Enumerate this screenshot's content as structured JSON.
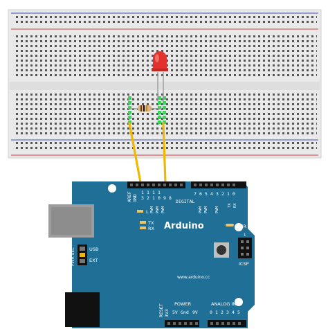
{
  "breadboard": {
    "rail_top_color": "#3a4fb8",
    "rail_bottom_color": "#d23a3a",
    "body_color": "#ececec"
  },
  "components": {
    "led": {
      "color": "#e3322e",
      "name": "red-led"
    },
    "resistor": {
      "bands": [
        "#6b3b1f",
        "#111111",
        "#c9862a"
      ]
    },
    "wires": {
      "color": "#f0b800"
    }
  },
  "arduino": {
    "board_color": "#1f6f96",
    "logo": "Arduino",
    "url": "www.arduino.cc",
    "top_header": {
      "aref": "AREF",
      "gnd": "GND",
      "pins_high": [
        "1",
        "1",
        "1",
        "1"
      ],
      "pins_low": [
        "3",
        "2",
        "1",
        "0",
        "9",
        "8"
      ],
      "pwm": [
        "PWM",
        "PWM",
        "PWM",
        "PWM",
        "PWM",
        "PWM"
      ],
      "digital": "DIGITAL",
      "digits_right": [
        "7",
        "6",
        "5",
        "4",
        "3",
        "2",
        "1",
        "0"
      ],
      "tx": "TX",
      "rx": "RX"
    },
    "leds": {
      "l": "L",
      "tx": "TX",
      "rx": "RX",
      "pwr": "PWR"
    },
    "usb_select": {
      "label": "PWR SEL",
      "usb": "USB",
      "ext": "EXT"
    },
    "icsp": {
      "label": "ICSP",
      "pin_number": "1"
    },
    "bottom_header": {
      "reset": "RESET",
      "v33": "3V3",
      "power": "POWER",
      "v5": "5V",
      "gnd": "Gnd",
      "v9": "9V",
      "analog_in": "ANALOG IN",
      "analog_pins": [
        "0",
        "1",
        "2",
        "3",
        "4",
        "5"
      ]
    }
  }
}
